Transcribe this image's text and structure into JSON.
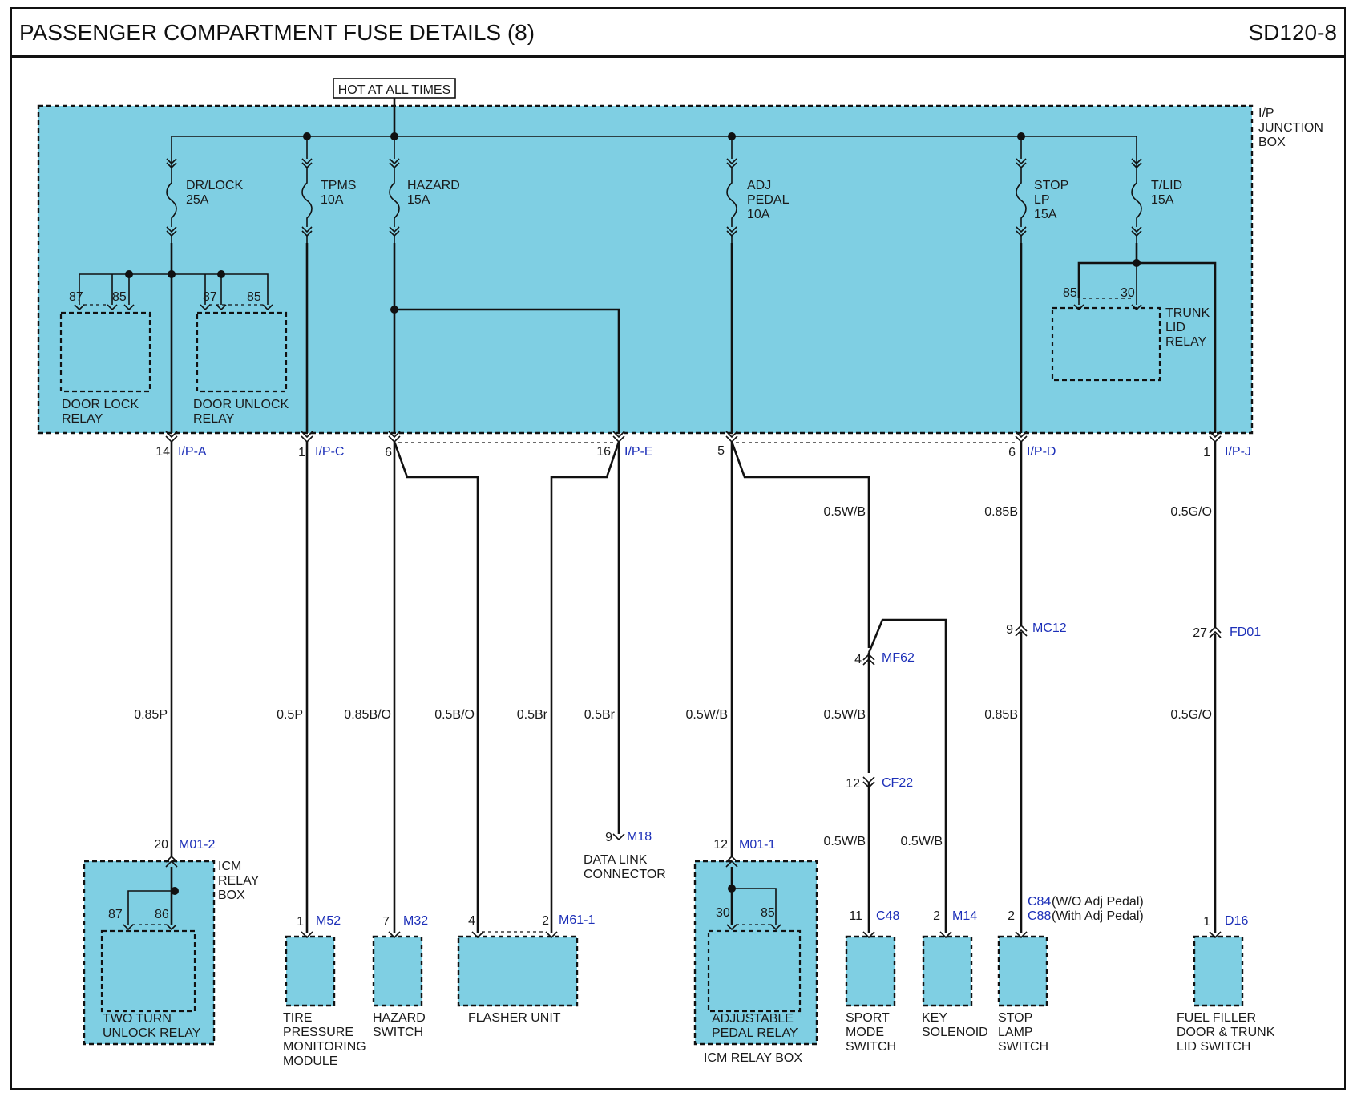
{
  "header": {
    "title": "PASSENGER COMPARTMENT FUSE DETAILS (8)",
    "code": "SD120-8"
  },
  "power": {
    "label": "HOT AT ALL TIMES"
  },
  "junction_box": {
    "label": [
      "I/P",
      "JUNCTION",
      "BOX"
    ]
  },
  "fuses": [
    {
      "lines": [
        "DR/LOCK",
        "25A"
      ]
    },
    {
      "lines": [
        "TPMS",
        "10A"
      ]
    },
    {
      "lines": [
        "HAZARD",
        "15A"
      ]
    },
    {
      "lines": [
        "ADJ",
        "PEDAL",
        "10A"
      ]
    },
    {
      "lines": [
        "STOP",
        "LP",
        "15A"
      ]
    },
    {
      "lines": [
        "T/LID",
        "15A"
      ]
    }
  ],
  "relays": {
    "door_lock": {
      "lines": [
        "DOOR LOCK",
        "RELAY"
      ],
      "pins": [
        "87",
        "85"
      ]
    },
    "door_unlock": {
      "lines": [
        "DOOR UNLOCK",
        "RELAY"
      ],
      "pins": [
        "87",
        "85"
      ]
    },
    "trunk_lid": {
      "lines": [
        "TRUNK",
        "LID",
        "RELAY"
      ],
      "pins": [
        "85",
        "30"
      ]
    }
  },
  "connectors_top": [
    {
      "pin": "14",
      "name": "I/P-A"
    },
    {
      "pin": "1",
      "name": "I/P-C"
    },
    {
      "pin": "6",
      "name": ""
    },
    {
      "pin": "16",
      "name": "I/P-E"
    },
    {
      "pin": "5",
      "name": ""
    },
    {
      "pin": "6",
      "name": "I/P-D"
    },
    {
      "pin": "1",
      "name": "I/P-J"
    }
  ],
  "wire_colors": {
    "w_dr_lock": "0.85P",
    "w_tpms": "0.5P",
    "w_hazard_sw": "0.85B/O",
    "w_hazard_fl": "0.5B/O",
    "w_fl_br": "0.5Br",
    "w_dlc_br": "0.5Br",
    "w_adj_icm": "0.5W/B",
    "w_adj_top": "0.5W/B",
    "w_adj_mid": "0.5W/B",
    "w_adj_low": "0.5W/B",
    "w_key": "0.5W/B",
    "w_stop_top": "0.85B",
    "w_stop_low": "0.85B",
    "w_tlid_top": "0.5G/O",
    "w_tlid_low": "0.5G/O"
  },
  "inline_connectors": [
    {
      "pin": "4",
      "name": "MF62"
    },
    {
      "pin": "12",
      "name": "CF22"
    },
    {
      "pin": "9",
      "name": "MC12"
    },
    {
      "pin": "27",
      "name": "FD01"
    }
  ],
  "components": {
    "icm_left": {
      "pin": "20",
      "conn": "M01-2",
      "box_lines": [
        "ICM",
        "RELAY",
        "BOX"
      ],
      "relay_pins": [
        "87",
        "86"
      ],
      "lines": [
        "TWO TURN",
        "UNLOCK RELAY"
      ]
    },
    "tpms": {
      "pin": "1",
      "conn": "M52",
      "lines": [
        "TIRE",
        "PRESSURE",
        "MONITORING",
        "MODULE"
      ]
    },
    "hazard_switch": {
      "pin": "7",
      "conn": "M32",
      "lines": [
        "HAZARD",
        "SWITCH"
      ]
    },
    "flasher": {
      "pin_a": "4",
      "pin_b": "2",
      "conn": "M61-1",
      "lines": [
        "FLASHER UNIT"
      ]
    },
    "dlc": {
      "pin": "9",
      "conn": "M18",
      "lines": [
        "DATA LINK",
        "CONNECTOR"
      ]
    },
    "icm_right": {
      "pin": "12",
      "conn": "M01-1",
      "relay_pins": [
        "30",
        "85"
      ],
      "lines": [
        "ADJUSTABLE",
        "PEDAL RELAY"
      ],
      "box_label": "ICM RELAY BOX"
    },
    "sport": {
      "pin": "11",
      "conn": "C48",
      "lines": [
        "SPORT",
        "MODE",
        "SWITCH"
      ]
    },
    "key": {
      "pin": "2",
      "conn": "M14",
      "lines": [
        "KEY",
        "SOLENOID"
      ]
    },
    "stop_lamp": {
      "pin": "2",
      "conn_a": "C84",
      "note_a": "(W/O Adj Pedal)",
      "conn_b": "C88",
      "note_b": "(With Adj Pedal)",
      "lines": [
        "STOP",
        "LAMP",
        "SWITCH"
      ]
    },
    "fuel_filler": {
      "pin": "1",
      "conn": "D16",
      "lines": [
        "FUEL FILLER",
        "DOOR & TRUNK",
        "LID SWITCH"
      ]
    }
  },
  "colors": {
    "box_fill": "#7fcfe3",
    "connector_text": "#1c2fb8",
    "wire": "#111111"
  }
}
